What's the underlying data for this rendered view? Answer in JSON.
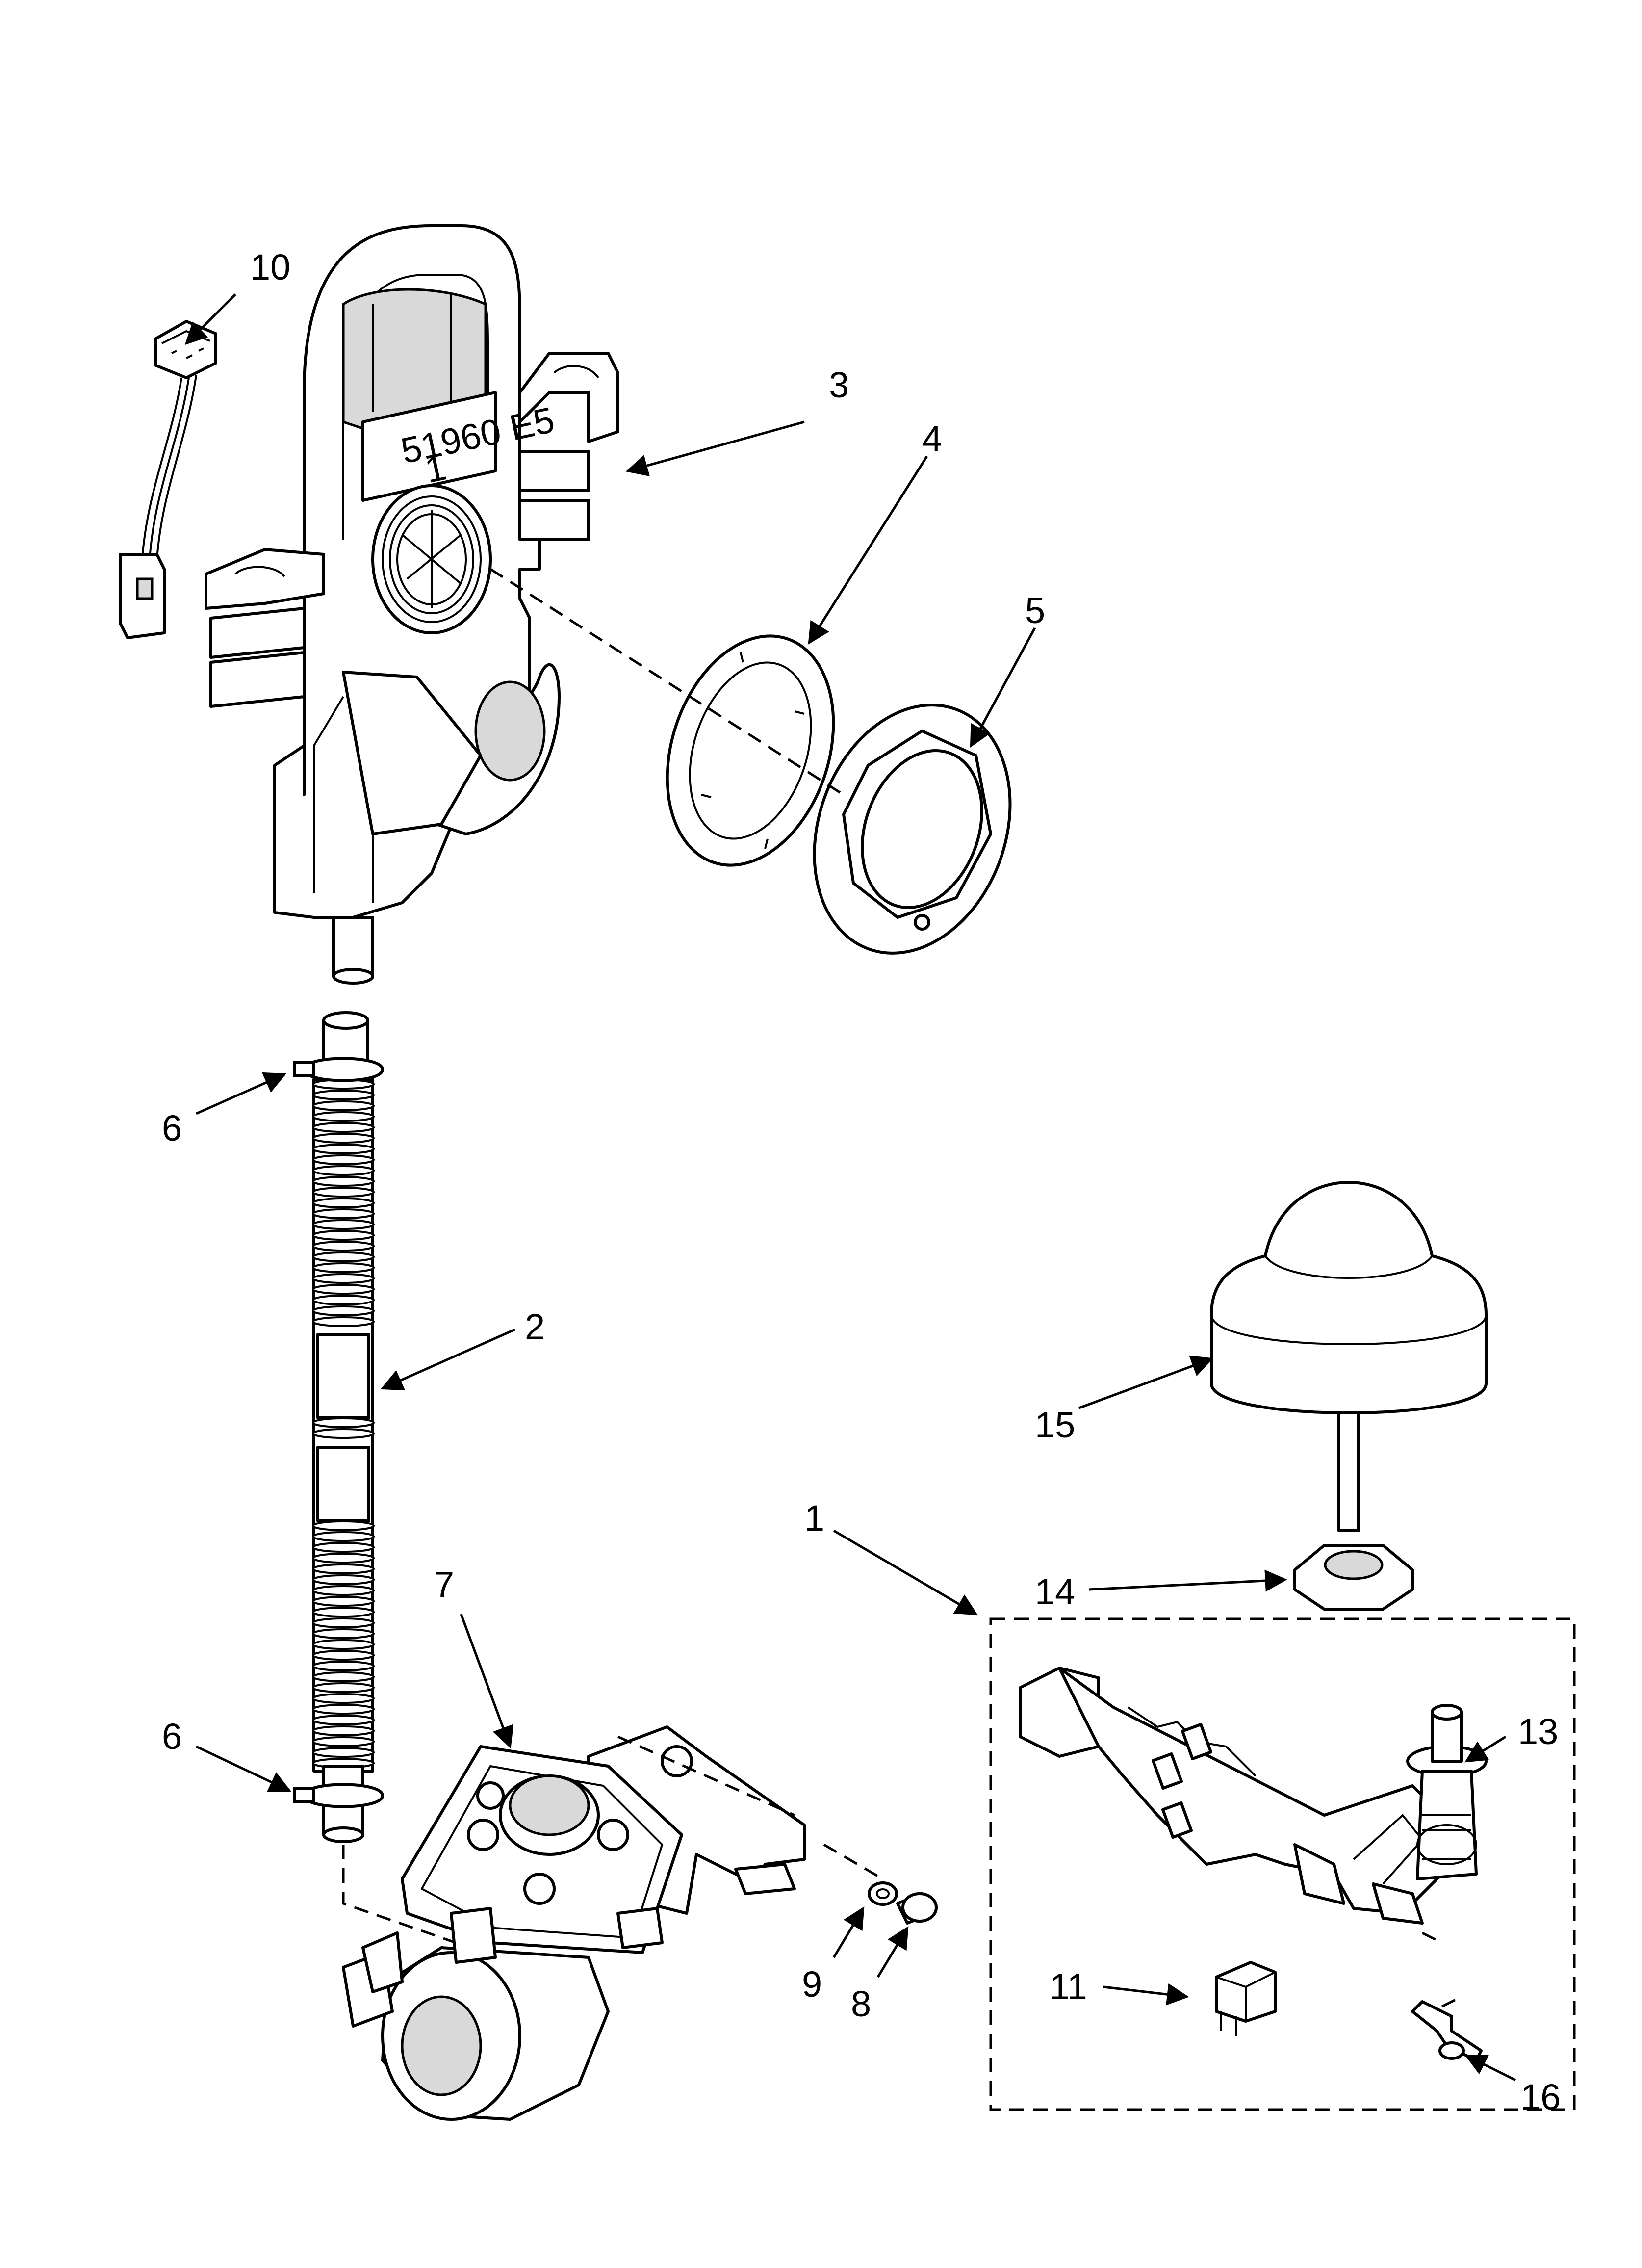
{
  "diagram": {
    "stamp_text_line1": "51960 E5",
    "stamp_text_line2": "1",
    "callouts": {
      "c1": "1",
      "c2": "2",
      "c3": "3",
      "c4": "4",
      "c5": "5",
      "c6a": "6",
      "c6b": "6",
      "c7": "7",
      "c8": "8",
      "c9": "9",
      "c10": "10",
      "c11": "11",
      "c13": "13",
      "c14": "14",
      "c15": "15",
      "c16": "16"
    }
  }
}
